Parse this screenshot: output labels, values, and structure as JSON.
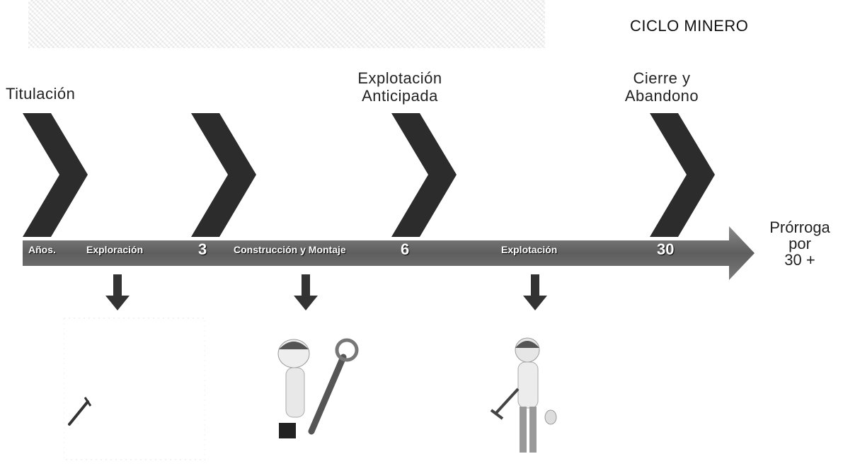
{
  "title": "CICLO MINERO",
  "stages": {
    "titulacion": "Titulación",
    "explotacion_anticipada": [
      "Explotación",
      "Anticipada"
    ],
    "cierre": [
      "Cierre y",
      "Abandono"
    ]
  },
  "timeline": {
    "years_label": "Años.",
    "phase_exploracion": "Exploración",
    "mark_3": "3",
    "phase_construccion": "Construcción y Montaje",
    "mark_6": "6",
    "phase_explotacion": "Explotación",
    "mark_30": "30"
  },
  "extension": [
    "Prórroga",
    "por",
    "30 +"
  ],
  "colors": {
    "chevron": "#2c2c2c",
    "timeline": "#6e6e6e",
    "arrow": "#333333"
  },
  "icons": [
    "chevron-right-icon",
    "arrow-down-icon",
    "geologist-figure",
    "worker-figure",
    "miner-figure"
  ]
}
